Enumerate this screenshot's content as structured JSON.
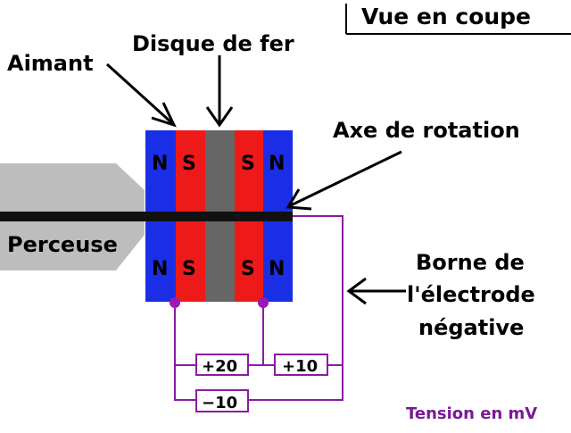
{
  "title": "Vue en coupe",
  "labels": {
    "aimant": "Aimant",
    "disque": "Disque de fer",
    "axe": "Axe de rotation",
    "perceuse": "Perceuse",
    "borne_line1": "Borne de",
    "borne_line2": "l'électrode",
    "borne_line3": "négative",
    "tension": "Tension en mV"
  },
  "poles": {
    "outer_left": "N",
    "inner_left": "S",
    "inner_right": "S",
    "outer_right": "N"
  },
  "voltages": {
    "v1": "+20",
    "v2": "+10",
    "v3": "−10"
  },
  "colors": {
    "north": "#1a2ee6",
    "south": "#ee1a1a",
    "iron": "#666666",
    "drill": "#bdbdbd",
    "axle": "#111111",
    "wire": "#8b1aa6",
    "tension_text": "#7b1a96",
    "contact_dot": "#9b1ab6"
  }
}
